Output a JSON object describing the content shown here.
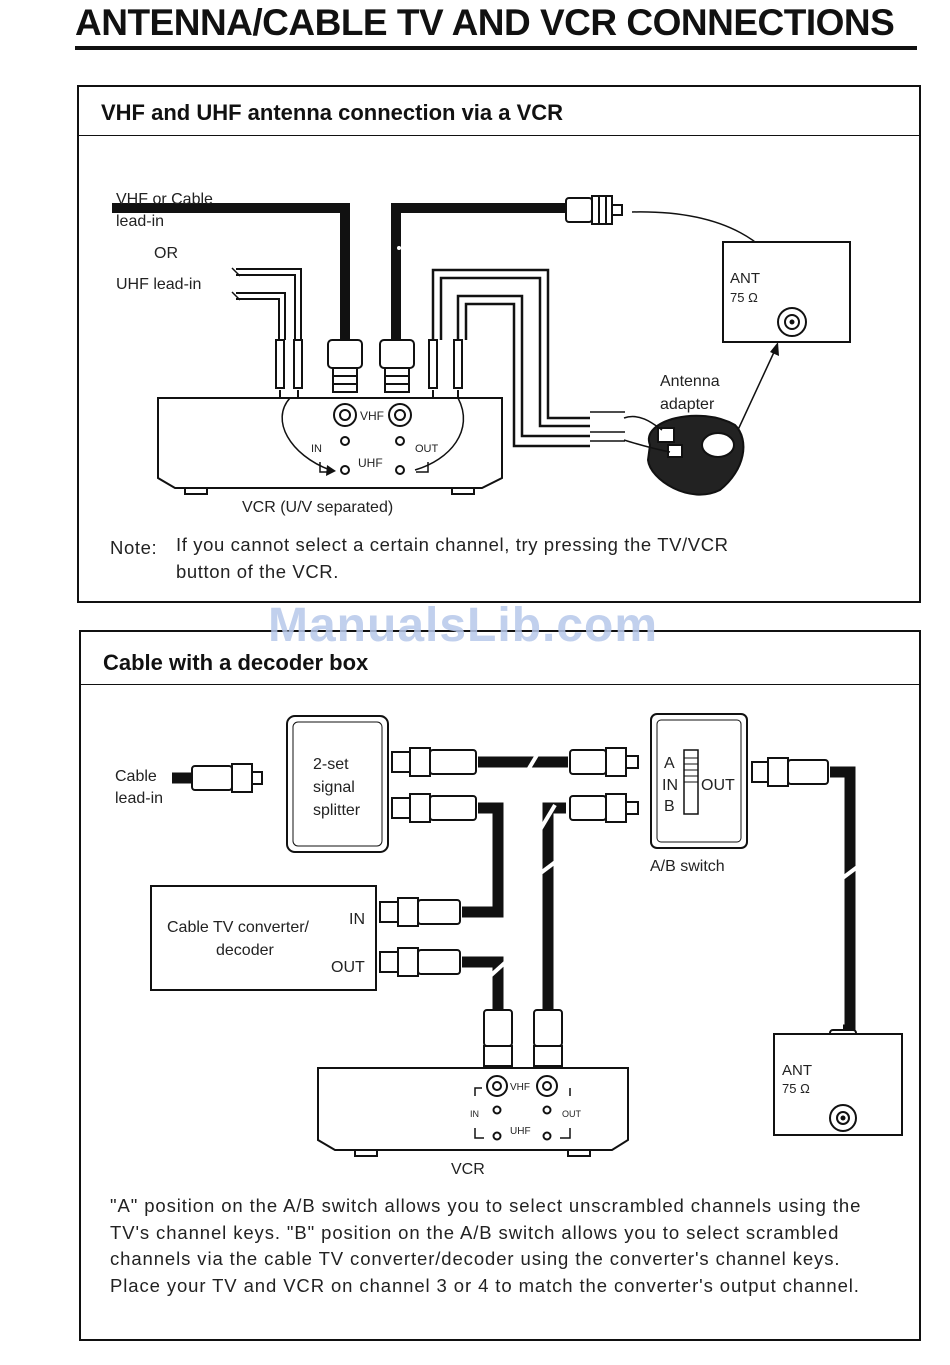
{
  "page": {
    "title": "ANTENNA/CABLE TV AND VCR CONNECTIONS",
    "watermark": "ManualsLib.com"
  },
  "panel1": {
    "header": "VHF and UHF antenna connection via a VCR",
    "labels": {
      "vhf_lead_1": "VHF or Cable",
      "vhf_lead_2": "lead-in",
      "or": "OR",
      "uhf_lead": "UHF  lead-in",
      "ant": "ANT",
      "ohm": "75 Ω",
      "adapter_1": "Antenna",
      "adapter_2": "adapter",
      "vhf": "VHF",
      "uhf": "UHF",
      "in": "IN",
      "out": "OUT",
      "vcr": "VCR (U/V separated)"
    },
    "note_label": "Note:",
    "note_line1": "If you cannot select a certain channel, try pressing the TV/VCR",
    "note_line2": "button of the VCR."
  },
  "panel2": {
    "header": "Cable with a decoder box",
    "labels": {
      "cable_1": "Cable",
      "cable_2": "lead-in",
      "splitter_1": "2-set",
      "splitter_2": "signal",
      "splitter_3": "splitter",
      "ab_a": "A",
      "ab_in": "IN",
      "ab_b": "B",
      "ab_out": "OUT",
      "ab_switch": "A/B switch",
      "conv_1": "Cable TV converter/",
      "conv_2": "decoder",
      "conv_in": "IN",
      "conv_out": "OUT",
      "ant": "ANT",
      "ohm": "75 Ω",
      "vhf": "VHF",
      "uhf": "UHF",
      "in": "IN",
      "out": "OUT",
      "vcr": "VCR"
    },
    "paragraph": "\"A\" position on the A/B switch allows you to select unscrambled channels using the TV's channel keys. \"B\" position on the A/B switch allows you to select scrambled channels via the cable TV converter/decoder using the converter's channel keys. Place your TV and VCR on channel 3 or 4 to match the converter's output channel."
  }
}
